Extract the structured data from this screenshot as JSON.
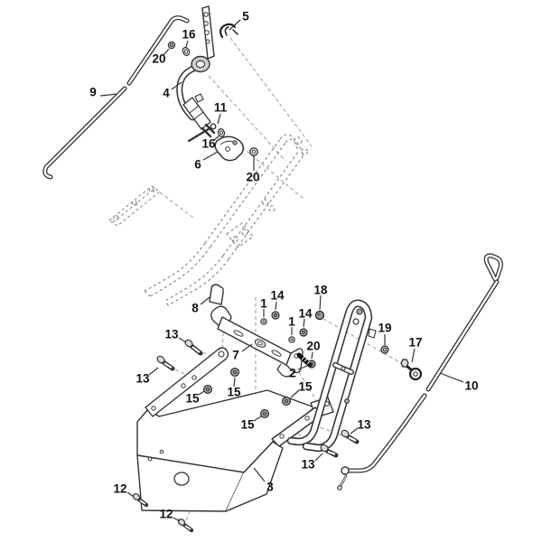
{
  "diagram_title": "",
  "colors": {
    "line": "#333333",
    "ghost_line": "#8a8a8a",
    "label_text": "#111111",
    "background": "#ffffff",
    "hardware_fill": "#b5b5b5",
    "black_bolt": "#111111"
  },
  "labels": [
    {
      "text": "5"
    },
    {
      "text": "16"
    },
    {
      "text": "20"
    },
    {
      "text": "9"
    },
    {
      "text": "4"
    },
    {
      "text": "11"
    },
    {
      "text": "16"
    },
    {
      "text": "6"
    },
    {
      "text": "20"
    },
    {
      "text": "8"
    },
    {
      "text": "1"
    },
    {
      "text": "14"
    },
    {
      "text": "1"
    },
    {
      "text": "14"
    },
    {
      "text": "18"
    },
    {
      "text": "19"
    },
    {
      "text": "20"
    },
    {
      "text": "2"
    },
    {
      "text": "17"
    },
    {
      "text": "10"
    },
    {
      "text": "7"
    },
    {
      "text": "13"
    },
    {
      "text": "13"
    },
    {
      "text": "15"
    },
    {
      "text": "15"
    },
    {
      "text": "15"
    },
    {
      "text": "15"
    },
    {
      "text": "13"
    },
    {
      "text": "13"
    },
    {
      "text": "12"
    },
    {
      "text": "12"
    },
    {
      "text": "3"
    }
  ]
}
